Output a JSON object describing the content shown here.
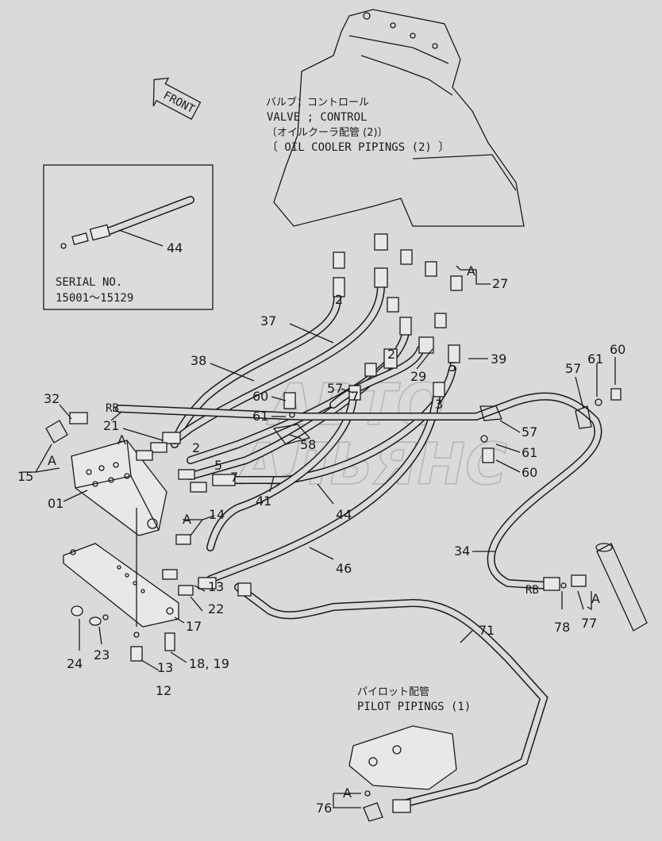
{
  "watermark": {
    "line1": "АВТО",
    "line2": "АЛЬЯНС"
  },
  "front_label": "FRONT",
  "valve_text": {
    "jp": "バルブ；コントロール",
    "en": "VALVE ; CONTROL",
    "jp2": "〔オイルクーラ配管 (2)〕",
    "en2": "〔 OIL  COOLER  PIPINGS (2) 〕"
  },
  "inset": {
    "part_no": "44",
    "serial_label": "SERIAL  NO.",
    "serial_range": "15001～15129"
  },
  "pilot_text": {
    "jp": "パイロット配管",
    "en": "PILOT  PIPINGS (1)"
  },
  "callouts": {
    "c37": "37",
    "c38": "38",
    "c32": "32",
    "c15": "15",
    "c01": "01",
    "c21": "21",
    "c2a": "2",
    "c2b": "2",
    "c2c": "2",
    "c5a": "5",
    "c5b": "5",
    "c7a": "7",
    "c7b": "7",
    "c3": "3",
    "c29": "29",
    "c39": "39",
    "c27": "27",
    "c60a": "60",
    "c61a": "61",
    "c57a": "57",
    "c58": "58",
    "c41": "41",
    "c44": "44",
    "c46": "46",
    "c14": "14",
    "c13a": "13",
    "c22": "22",
    "c17": "17",
    "c24": "24",
    "c23": "23",
    "c13b": "13",
    "c12": "12",
    "c1819": "18, 19",
    "c71": "71",
    "c34": "34",
    "c78": "78",
    "c77": "77",
    "c57b": "57",
    "c57c": "57",
    "c61b": "61",
    "c60b": "60",
    "c61c": "61",
    "c60c": "60",
    "c76": "76",
    "rb1": "RB",
    "rb2": "RB",
    "a1": "A",
    "a2": "A",
    "a3": "A",
    "a4": "A",
    "a5": "A",
    "a6": "A"
  }
}
